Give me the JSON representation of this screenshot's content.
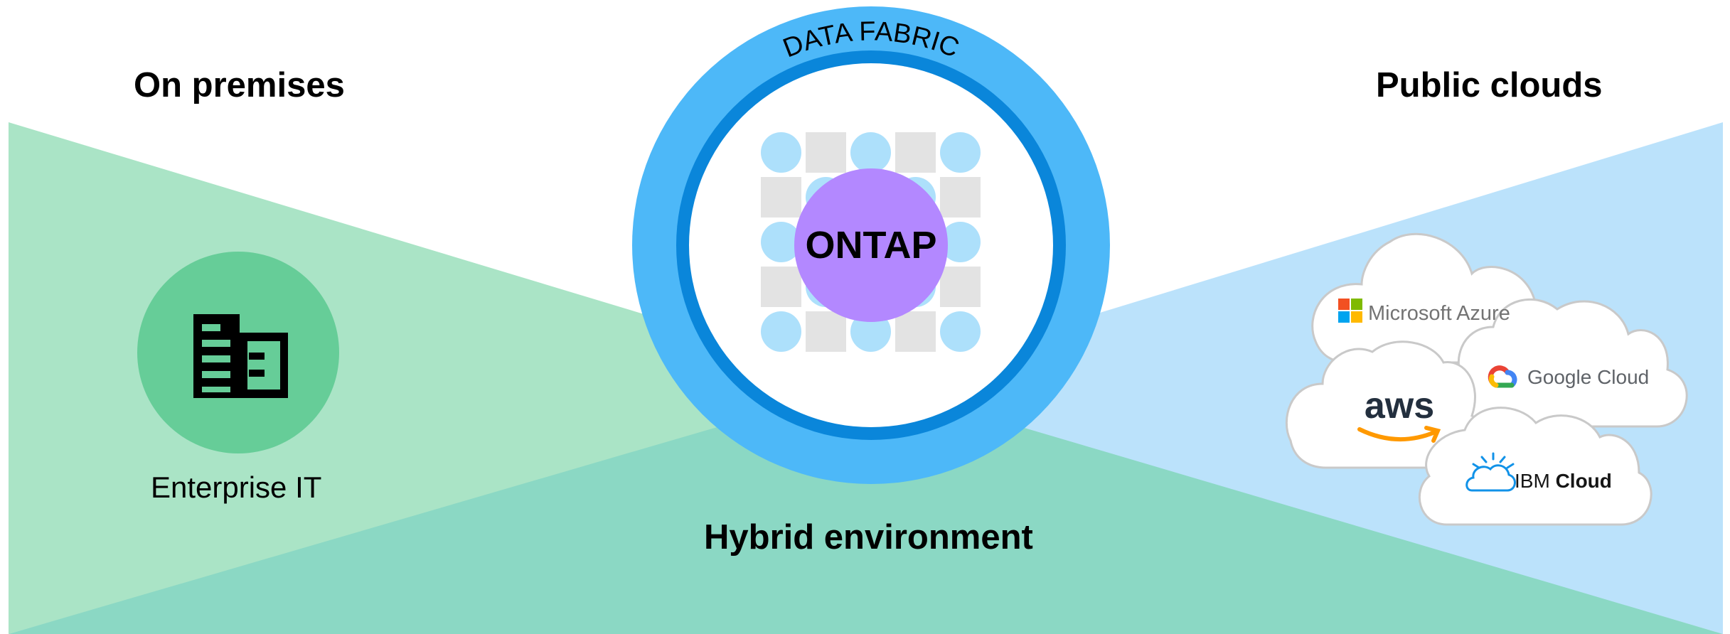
{
  "headings": {
    "on_premises": "On premises",
    "public_clouds": "Public clouds",
    "hybrid": "Hybrid environment"
  },
  "enterprise": {
    "label": "Enterprise IT",
    "icon": "building-icon"
  },
  "fabric": {
    "ring_label": "DATA FABRIC",
    "core_label": "ONTAP"
  },
  "clouds": [
    {
      "name": "Microsoft Azure",
      "icon": "microsoft-logo-icon"
    },
    {
      "name": "Google Cloud",
      "icon": "google-cloud-logo-icon"
    },
    {
      "name": "aws",
      "icon": "aws-smile-icon"
    },
    {
      "name_prefix": "IBM",
      "name_bold": "Cloud",
      "icon": "ibm-cloud-logo-icon"
    }
  ],
  "colors": {
    "on_prem_green": "#aae4c6",
    "hybrid_teal": "#8bd8c4",
    "cloud_blue": "#bbe2fb",
    "ring_outer": "#4db8f8",
    "ring_inner": "#0a86da",
    "ontap_purple": "#b388ff",
    "building_circle": "#66cd98"
  }
}
